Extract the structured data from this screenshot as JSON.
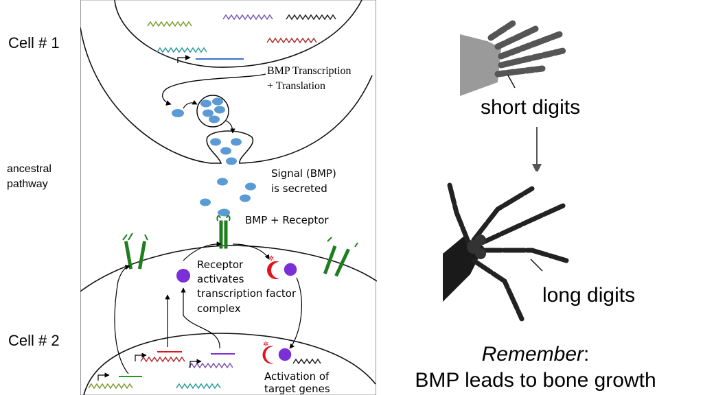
{
  "side_labels": {
    "cell1": "Cell # 1",
    "ancestral_line1": "ancestral",
    "ancestral_line2": "pathway",
    "cell2": "Cell # 2"
  },
  "diagram": {
    "bmp_transcription_line1": "BMP Transcription",
    "bmp_transcription_line2": "+ Translation",
    "signal_line1": "Signal (BMP)",
    "signal_line2": "is secreted",
    "bmp_receptor": "BMP + Receptor",
    "receptor_activates_line1": "Receptor",
    "receptor_activates_line2": "activates",
    "receptor_activates_line3": "transcription factor",
    "receptor_activates_line4": "complex",
    "activation_line1": "Activation of",
    "activation_line2": "target genes"
  },
  "right_panel": {
    "short_digits": "short digits",
    "long_digits": "long digits",
    "remember_word": "Remember",
    "remember_colon": ":",
    "remember_line2": "BMP leads to bone growth"
  },
  "colors": {
    "bmp_blue": "#5b9bd5",
    "receptor_green": "#1e7d1e",
    "tf_red": "#e0141e",
    "tf_purple": "#7b2fd6"
  }
}
